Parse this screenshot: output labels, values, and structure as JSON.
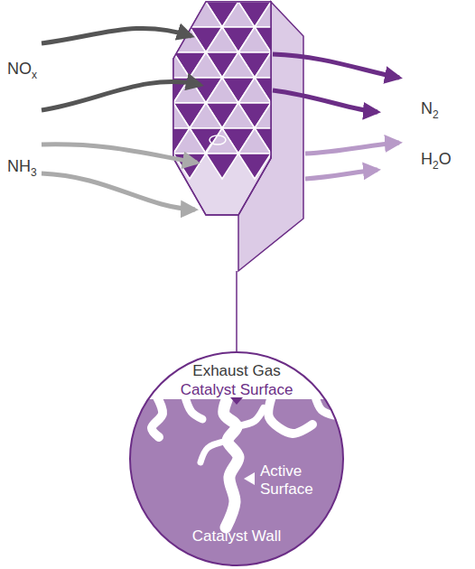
{
  "diagram": {
    "nodes": [
      {
        "text": [
          "Exhaust Gas",
          "Catalyst Surface",
          "Active Surface",
          "Catalyst Wall"
        ]
      }
    ],
    "labels": [
      "NOx",
      "NH3",
      "N2",
      "H2O"
    ]
  }
}
